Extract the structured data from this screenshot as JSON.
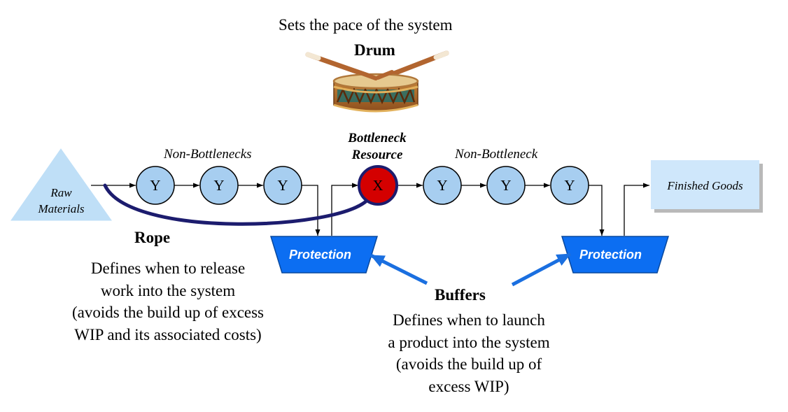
{
  "drum": {
    "caption": "Sets the pace of the system",
    "title": "Drum"
  },
  "labels": {
    "non_bottlenecks_left": "Non-Bottlenecks",
    "bottleneck_line1": "Bottleneck",
    "bottleneck_line2": "Resource",
    "non_bottleneck_right": "Non-Bottleneck"
  },
  "raw_materials": {
    "line1": "Raw",
    "line2": "Materials"
  },
  "finished_goods": "Finished Goods",
  "nodes": {
    "y1": "Y",
    "y2": "Y",
    "y3": "Y",
    "x": "X",
    "y4": "Y",
    "y5": "Y",
    "y6": "Y"
  },
  "buffers": {
    "left": "Protection",
    "right": "Protection"
  },
  "rope": {
    "title": "Rope",
    "lines": [
      "Defines when to release",
      "work into the system",
      "(avoids the build up of excess",
      "WIP and its associated costs)"
    ]
  },
  "buffers_note": {
    "title": "Buffers",
    "lines": [
      "Defines when to launch",
      "a product into the system",
      "(avoids the build up of",
      "excess WIP)"
    ]
  },
  "colors": {
    "node_fill": "#a7cef0",
    "bottleneck_fill": "#d40000",
    "buffer_fill": "#0c6ef2",
    "rope_color": "#1c1c6e",
    "arrow_blue": "#1a6fe0",
    "box_fill": "#cfe7fb"
  }
}
